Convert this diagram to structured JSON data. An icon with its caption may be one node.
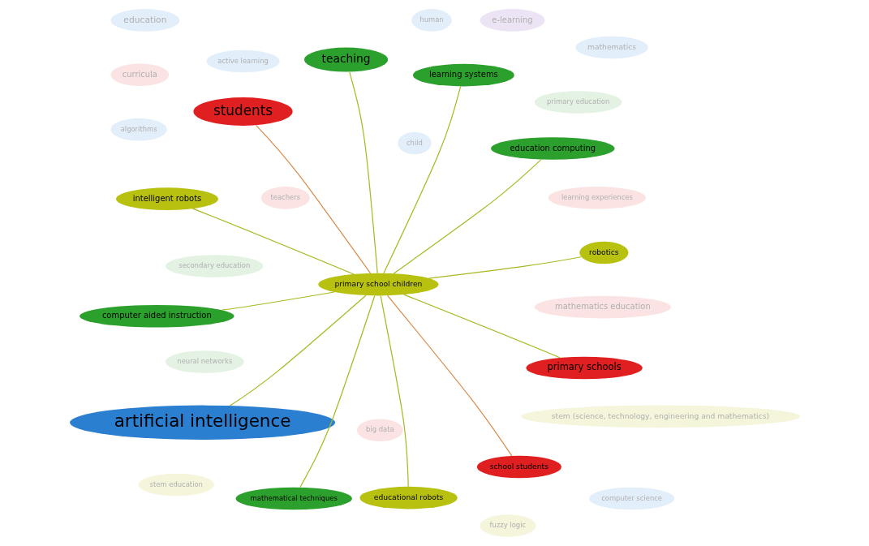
{
  "diagram": {
    "nodes": [
      {
        "text": [
          "neural networks"
        ]
      },
      {
        "text": [
          "computer aided instruction"
        ]
      },
      {
        "text": [
          "education computing"
        ]
      },
      {
        "text": [
          "primary education"
        ]
      },
      {
        "text": [
          "mathematical techniques"
        ]
      },
      {
        "text": [
          "learning experiences"
        ]
      },
      {
        "text": [
          "teaching"
        ]
      },
      {
        "text": [
          "secondary education"
        ]
      },
      {
        "text": [
          "mathematics education"
        ]
      },
      {
        "text": [
          "learning systems"
        ]
      },
      {
        "text": [
          "teachers"
        ]
      },
      {
        "text": [
          "active learning"
        ]
      },
      {
        "text": [
          "e-learning"
        ]
      },
      {
        "text": [
          "students"
        ]
      },
      {
        "text": [
          "human"
        ]
      },
      {
        "text": [
          "artificial intelligence"
        ]
      },
      {
        "text": [
          "child"
        ]
      },
      {
        "text": [
          "curricula"
        ]
      },
      {
        "text": [
          "algorithms"
        ]
      },
      {
        "text": [
          "education"
        ]
      },
      {
        "text": [
          "mathematics"
        ]
      },
      {
        "text": [
          "primary schools"
        ]
      },
      {
        "text": [
          "big data"
        ]
      },
      {
        "text": [
          "computer science"
        ]
      },
      {
        "text": [
          "fuzzy logic"
        ]
      },
      {
        "text": [
          "primary school children"
        ]
      },
      {
        "text": [
          "school students"
        ]
      },
      {
        "text": [
          "stem (science, technology, engineering and mathematics)"
        ]
      },
      {
        "text": [
          "educational robots"
        ]
      },
      {
        "text": [
          "intelligent robots"
        ]
      },
      {
        "text": [
          "stem education"
        ]
      },
      {
        "text": [
          "robotics"
        ]
      }
    ],
    "edges": [
      {
        "from": 25,
        "to": 15,
        "arrow": "none"
      },
      {
        "from": 25,
        "to": 13,
        "arrow": "none",
        "color": "#d98a4a"
      },
      {
        "from": 25,
        "to": 6,
        "arrow": "none"
      },
      {
        "from": 25,
        "to": 9,
        "arrow": "none"
      },
      {
        "from": 25,
        "to": 1,
        "arrow": "none"
      },
      {
        "from": 25,
        "to": 2,
        "arrow": "none"
      },
      {
        "from": 25,
        "to": 4,
        "arrow": "none"
      },
      {
        "from": 25,
        "to": 21,
        "arrow": "none"
      },
      {
        "from": 25,
        "to": 26,
        "arrow": "none",
        "color": "#d98a4a"
      },
      {
        "from": 25,
        "to": 28,
        "arrow": "none"
      },
      {
        "from": 25,
        "to": 29,
        "arrow": "none"
      },
      {
        "from": 25,
        "to": 31,
        "arrow": "none"
      }
    ]
  }
}
